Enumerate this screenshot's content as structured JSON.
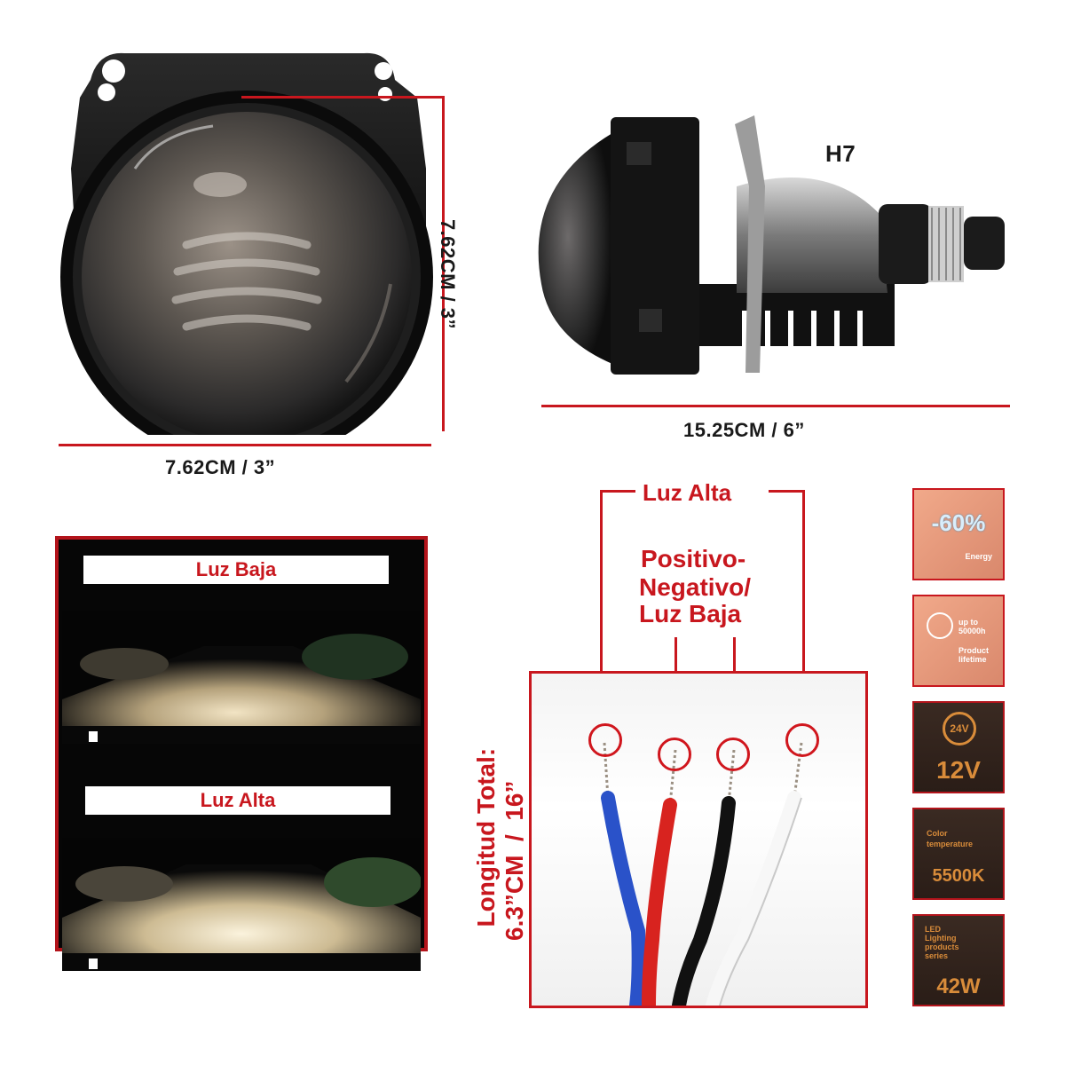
{
  "dimensions": {
    "front_height": "7.62CM  /  3”",
    "front_width": "7.62CM  /  3”",
    "side_length": "15.25CM  /  6”",
    "bulb_type": "H7",
    "total_length": "Longitud Total:\n6.3”CM  /  16”"
  },
  "beam_panel": {
    "low_label": "Luz Baja",
    "high_label": "Luz Alta"
  },
  "wiring": {
    "high_beam_label": "Luz Alta",
    "other_label_line1": "Positivo-",
    "other_label_line2": "Negativo/",
    "other_label_line3": "Luz Baja",
    "wire_colors": [
      "#2a52c9",
      "#d8231f",
      "#111111",
      "#f7f7f7"
    ]
  },
  "badges": [
    {
      "big": "-60%",
      "small": "Energy"
    },
    {
      "small1": "up to 50000h",
      "small2": "Product lifetime"
    },
    {
      "big": "12V",
      "small": "24V"
    },
    {
      "small1": "Color",
      "small2": "temperature",
      "big": "5500K"
    },
    {
      "small1": "LED",
      "small2": "Lighting",
      "small3": "products",
      "small4": "series",
      "big": "42W"
    }
  ],
  "colors": {
    "accent_red": "#c8171e",
    "badge_orange": "#e79577",
    "badge_dark": "#2f221b"
  }
}
